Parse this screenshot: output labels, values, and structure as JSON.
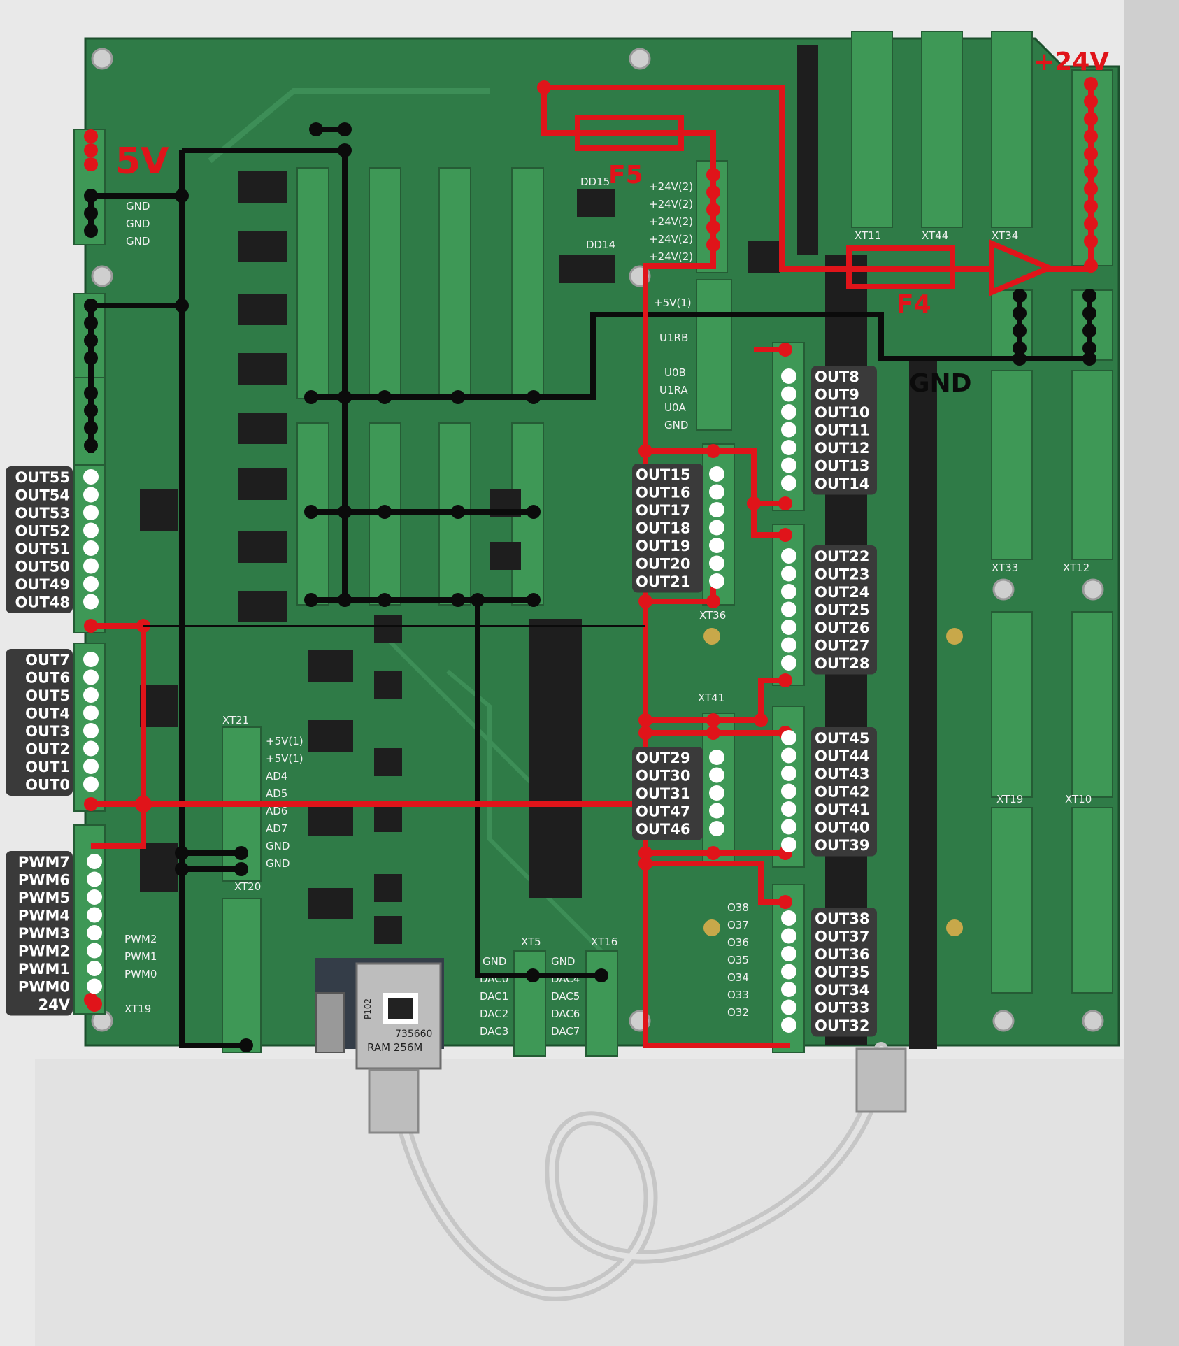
{
  "colors": {
    "background_left": "#e4e4e4",
    "background_right": "#cfcfcf",
    "pcb": "#2e7a45",
    "pcb_dark": "#1f5a32",
    "terminal": "#3f9a57",
    "wire_red": "#e0141a",
    "wire_black": "#0d0d0d",
    "label_box": "#3a3a3a",
    "pin": "#ffffff",
    "cable": "#c8c8c8"
  },
  "power": {
    "v5": "5V",
    "v24": "+24V",
    "gnd": "GND",
    "fuse_f5": "F5",
    "fuse_f4": "F4"
  },
  "silk": {
    "connectors": [
      "XT11",
      "XT44",
      "XT34",
      "XT33",
      "XT12",
      "XT19",
      "XT10",
      "XT21",
      "XT20",
      "XT19",
      "XT5",
      "XT16",
      "XT36",
      "XT41",
      "DD15",
      "DD14"
    ],
    "plus24_lines": [
      "+24V(2)",
      "+24V(2)",
      "+24V(2)",
      "+24V(2)",
      "+24V(2)"
    ],
    "gnd_lines": [
      "GND",
      "GND",
      "GND"
    ],
    "u_labels": [
      "+5V(1)",
      "U1RB",
      "U0B",
      "U1RA",
      "U0A",
      "GND"
    ],
    "ad_labels": [
      "+5V(1)",
      "+5V(1)",
      "AD4",
      "AD5",
      "AD6",
      "AD7",
      "GND",
      "GND"
    ],
    "dac_left": [
      "GND",
      "DAC0",
      "DAC1",
      "DAC2",
      "DAC3"
    ],
    "dac_right": [
      "GND",
      "DAC4",
      "DAC5",
      "DAC6",
      "DAC7"
    ],
    "pwm_silk": [
      "PWM2",
      "PWM1",
      "PWM0"
    ],
    "o_silk": [
      "O38",
      "O37",
      "O36",
      "O35",
      "O34",
      "O33",
      "O32"
    ],
    "module_text": [
      "735660",
      "RAM 256M",
      "P102"
    ]
  },
  "labels": {
    "left_top": [
      "OUT55",
      "OUT54",
      "OUT53",
      "OUT52",
      "OUT51",
      "OUT50",
      "OUT49",
      "OUT48"
    ],
    "left_mid": [
      "OUT7",
      "OUT6",
      "OUT5",
      "OUT4",
      "OUT3",
      "OUT2",
      "OUT1",
      "OUT0"
    ],
    "left_pwm": [
      "PWM7",
      "PWM6",
      "PWM5",
      "PWM4",
      "PWM3",
      "PWM2",
      "PWM1",
      "PWM0",
      "24V"
    ],
    "center_a": [
      "OUT15",
      "OUT16",
      "OUT17",
      "OUT18",
      "OUT19",
      "OUT20",
      "OUT21"
    ],
    "center_b": [
      "OUT29",
      "OUT30",
      "OUT31",
      "OUT47",
      "OUT46"
    ],
    "right_a": [
      "OUT8",
      "OUT9",
      "OUT10",
      "OUT11",
      "OUT12",
      "OUT13",
      "OUT14"
    ],
    "right_b": [
      "OUT22",
      "OUT23",
      "OUT24",
      "OUT25",
      "OUT26",
      "OUT27",
      "OUT28"
    ],
    "right_c": [
      "OUT45",
      "OUT44",
      "OUT43",
      "OUT42",
      "OUT41",
      "OUT40",
      "OUT39"
    ],
    "right_d": [
      "OUT38",
      "OUT37",
      "OUT36",
      "OUT35",
      "OUT34",
      "OUT33",
      "OUT32"
    ]
  }
}
